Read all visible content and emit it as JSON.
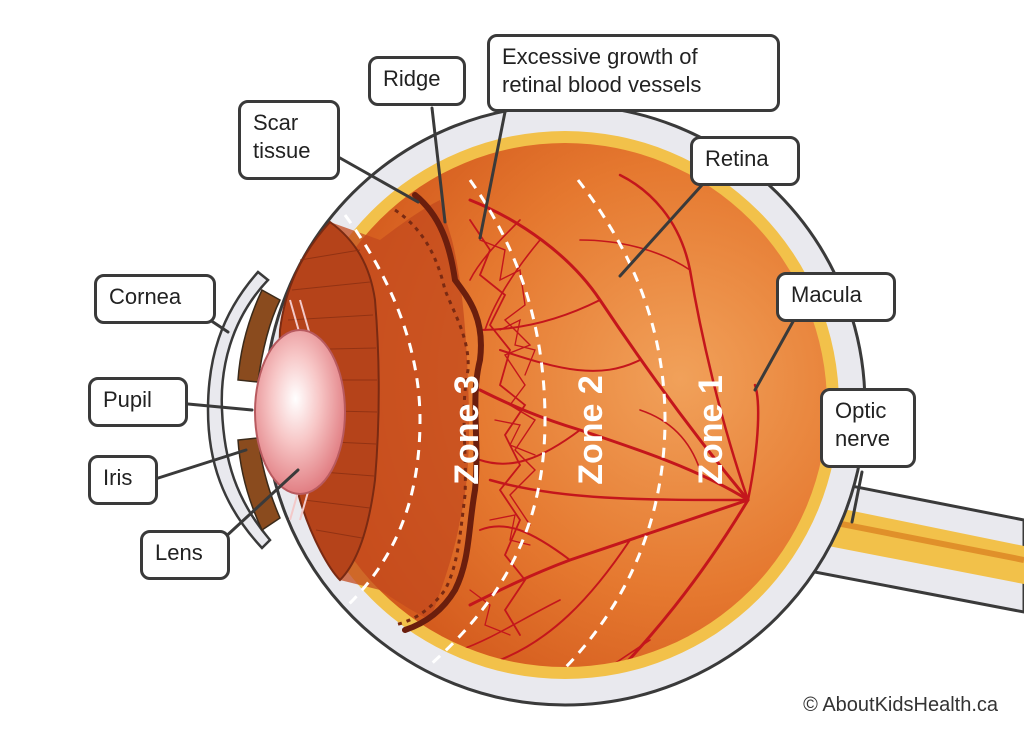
{
  "labels": {
    "ridge": "Ridge",
    "excessive": [
      "Excessive growth of",
      "retinal blood vessels"
    ],
    "scar": [
      "Scar",
      "tissue"
    ],
    "retina": "Retina",
    "cornea": "Cornea",
    "macula": "Macula",
    "pupil": "Pupil",
    "optic": [
      "Optic",
      "nerve"
    ],
    "iris": "Iris",
    "lens": "Lens"
  },
  "zones": [
    "Zone 3",
    "Zone 2",
    "Zone 1"
  ],
  "copyright": "© AboutKidsHealth.ca",
  "colors": {
    "outline": "#3a3a3a",
    "sclera": "#e9e9ee",
    "retina_yellow": "#f2c14a",
    "retina_fill": "#e2752f",
    "vessel": "#c4161c",
    "zone_line": "#ffffff"
  }
}
